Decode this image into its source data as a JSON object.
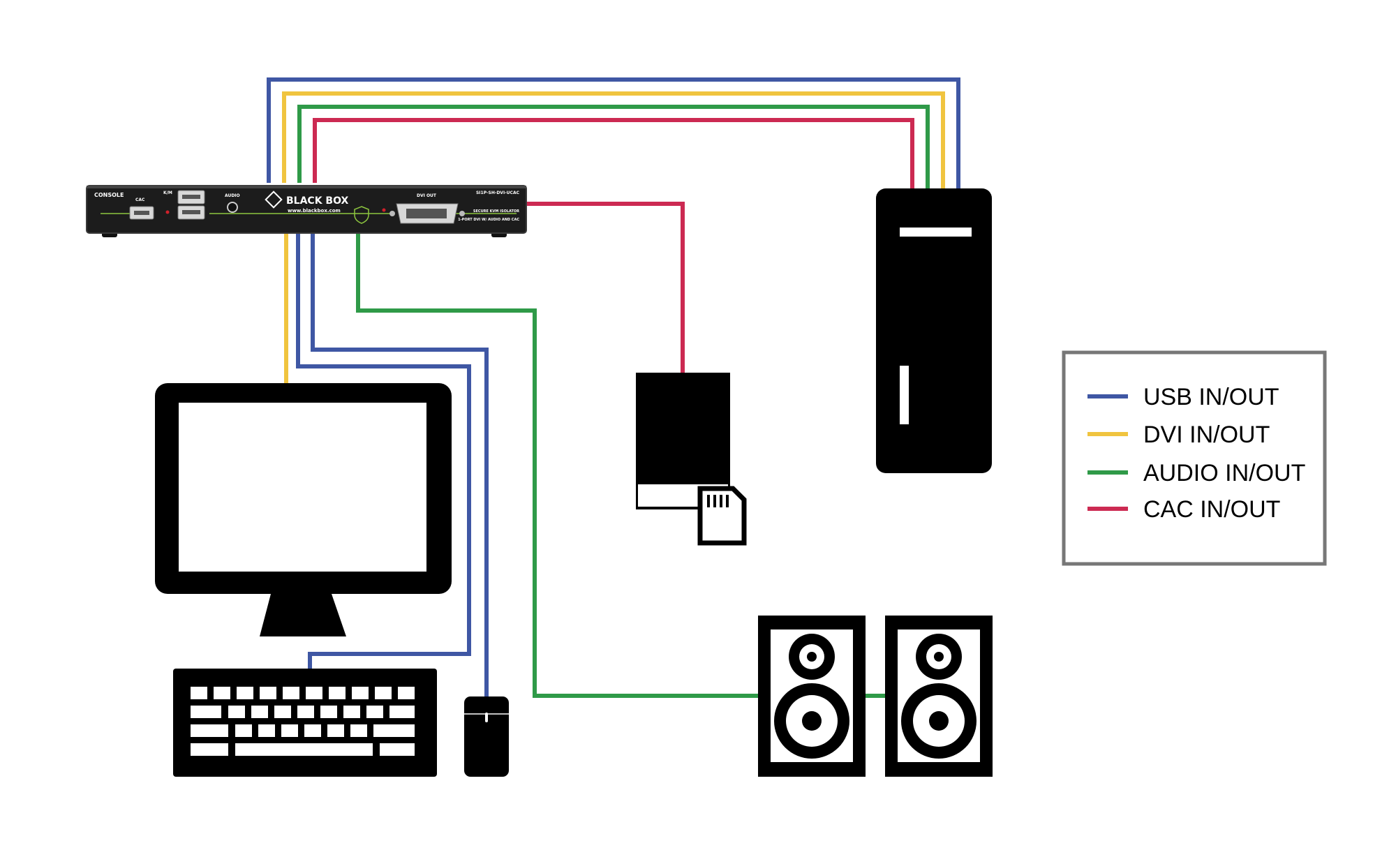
{
  "colors": {
    "usb": "#3f57a4",
    "dvi": "#f0c43f",
    "audio": "#2f9a48",
    "cac": "#cc2a52",
    "device": "#000000",
    "legend_border": "#777777",
    "panel_text": "#ffffff",
    "panel_accent": "#8dc63f"
  },
  "legend": {
    "items": [
      {
        "label": "USB IN/OUT",
        "color": "#3f57a4"
      },
      {
        "label": "DVI IN/OUT",
        "color": "#f0c43f"
      },
      {
        "label": "AUDIO IN/OUT",
        "color": "#2f9a48"
      },
      {
        "label": "CAC IN/OUT",
        "color": "#cc2a52"
      }
    ]
  },
  "kvm": {
    "console": "CONSOLE",
    "cac": "CAC",
    "km": "K/M",
    "audio": "AUDIO",
    "brand": "BLACK BOX",
    "url": "www.blackbox.com",
    "dvi_out": "DVI OUT",
    "model": "SI1P-SH-DVI-UCAC",
    "product_line1": "SECURE KVM ISOLATOR",
    "product_line2": "1-PORT DVI W/ AUDIO AND CAC"
  },
  "icons": {
    "kvm": "kvm-isolator-icon",
    "computer": "computer-tower-icon",
    "monitor": "monitor-icon",
    "keyboard": "keyboard-icon",
    "mouse": "mouse-icon",
    "card_reader": "cac-card-reader-icon",
    "speakers": "speakers-icon"
  }
}
